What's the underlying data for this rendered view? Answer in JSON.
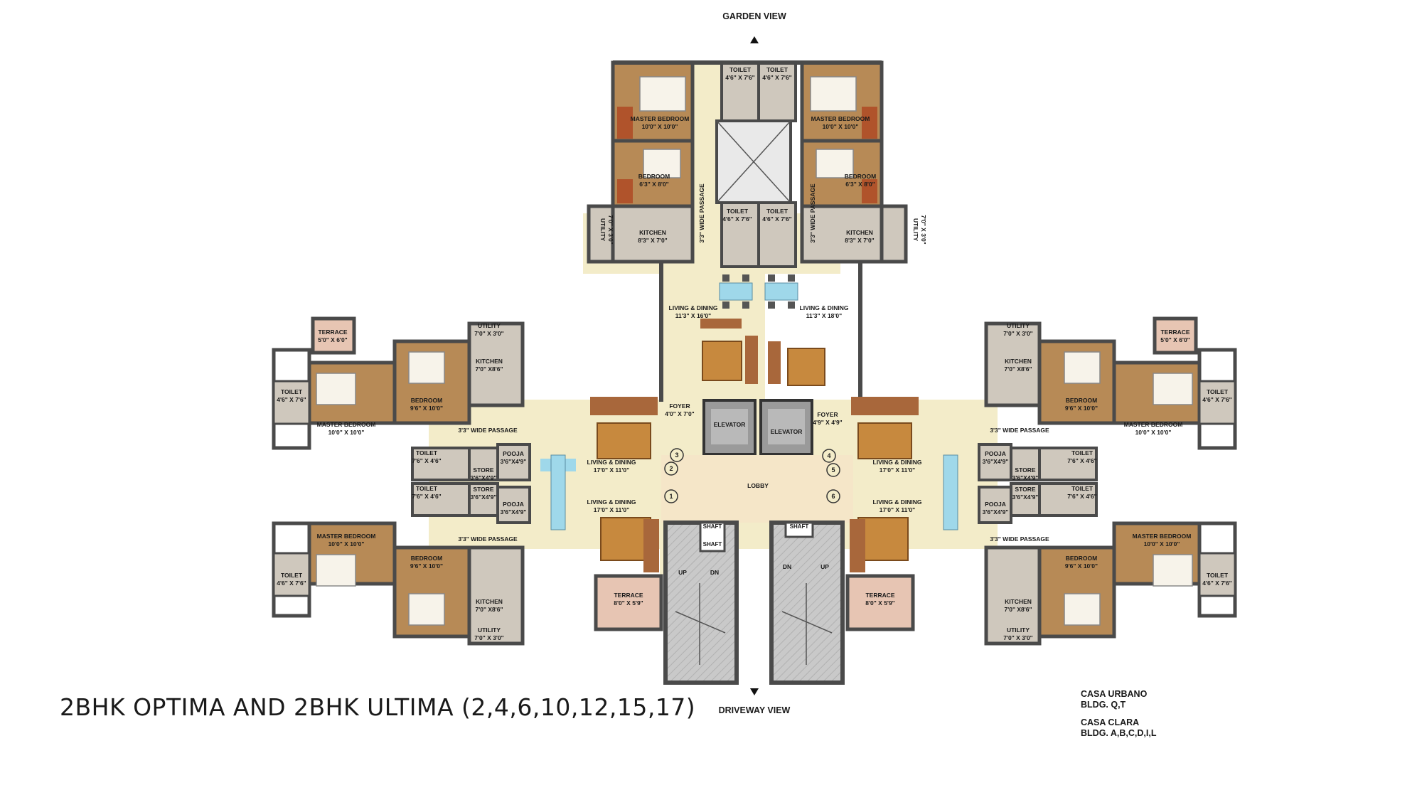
{
  "labels": {
    "garden_view": "GARDEN VIEW",
    "driveway_view": "DRIVEWAY VIEW",
    "plan_title": "2BHK OPTIMA AND 2BHK ULTIMA (2,4,6,10,12,15,17)",
    "casa_urbano": "CASA URBANO",
    "casa_urbano_bldg": "BLDG. Q,T",
    "casa_clara": "CASA CLARA",
    "casa_clara_bldg": "BLDG. A,B,C,D,I,L"
  },
  "core": {
    "elevator": "ELEVATOR",
    "lobby": "LOBBY",
    "shaft": "SHAFT",
    "up": "UP",
    "dn": "DN",
    "foyer": "FOYER",
    "foyer_left_dim": "4'0\" X 7'0\"",
    "foyer_right_dim": "4'9\" X 4'9\"",
    "unit_numbers": [
      "1",
      "2",
      "3",
      "4",
      "5",
      "6"
    ]
  },
  "rooms": {
    "master_bedroom": "MASTER BEDROOM",
    "master_bedroom_dim": "10'0\" X 10'0\"",
    "bedroom": "BEDROOM",
    "bedroom_top_dim": "6'3\" X 8'0\"",
    "bedroom_wing_dim": "9'6\" X 10'0\"",
    "toilet": "TOILET",
    "toilet_dim_a": "4'6\" X 7'6\"",
    "toilet_dim_b": "7'6\" X 4'6\"",
    "utility": "UTILITY",
    "utility_dim": "7'0\" X 3'0\"",
    "kitchen": "KITCHEN",
    "kitchen_top_dim": "8'3\" X 7'0\"",
    "kitchen_wing_dim": "7'0\" X8'6\"",
    "living_dining": "LIVING & DINING",
    "living_top_left_dim": "11'3\" X 16'0\"",
    "living_top_right_dim": "11'3\" X 18'0\"",
    "living_wing_dim": "17'0\" X 11'0\"",
    "passage": "3'3\" WIDE PASSAGE",
    "terrace": "TERRACE",
    "terrace_wing_dim": "5'0\" X 6'0\"",
    "terrace_lower_dim": "8'0\" X 5'9\"",
    "pooja": "POOJA",
    "pooja_dim": "3'6\"X4'9\"",
    "store": "STORE",
    "store_dim": "3'6\"X4'9\""
  },
  "colors": {
    "floor": "#f3ecc9",
    "bedroom": "#b78a56",
    "wet": "#cfc8bd",
    "terrace": "#e7c5b3",
    "wall": "#4a4a4a",
    "stair": "#c9c9c9",
    "sofa": "#a8673b",
    "rug": "#c7893e",
    "table": "#9fd8ea",
    "bed": "#f7f3ea"
  }
}
